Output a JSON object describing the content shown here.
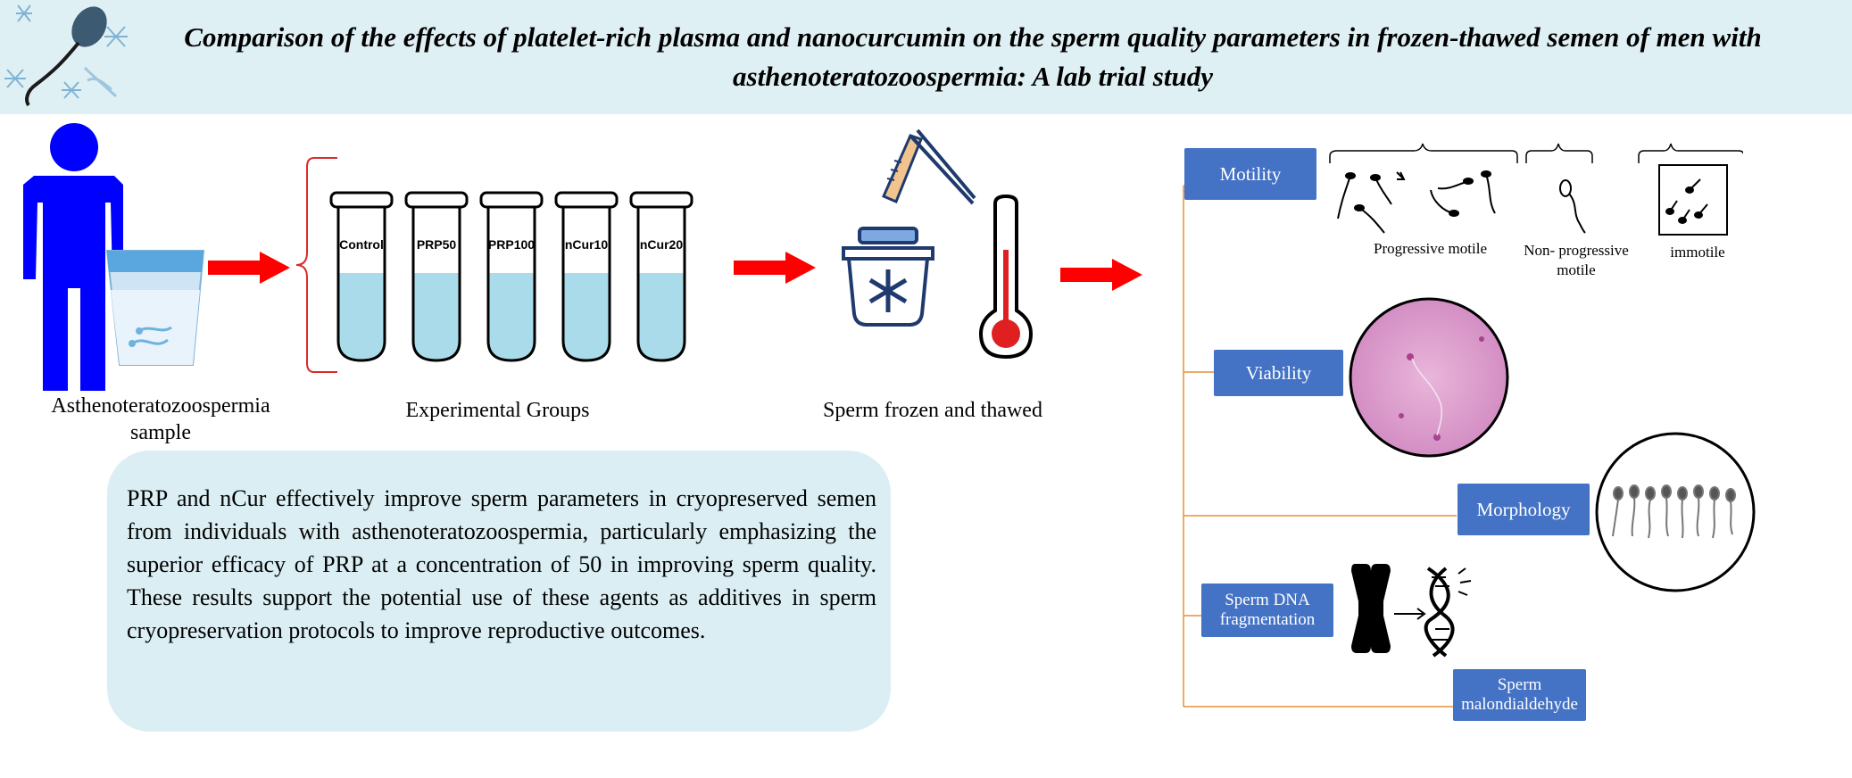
{
  "header": {
    "title": "Comparison of the effects of platelet-rich plasma and nanocurcumin on the sperm quality parameters in frozen-thawed semen of men with asthenoteratozoospermia: A lab trial study"
  },
  "sample": {
    "label": "Asthenoteratozoospermia sample"
  },
  "groups": {
    "label": "Experimental Groups",
    "tubes": [
      "Control",
      "PRP50",
      "PRP100",
      "nCur10",
      "nCur20"
    ]
  },
  "freeze": {
    "label": "Sperm frozen and thawed"
  },
  "outcomes": {
    "motility": {
      "label": "Motility",
      "progressive": "Progressive motile",
      "non_progressive": "Non- progressive motile",
      "immotile": "immotile"
    },
    "viability": "Viability",
    "morphology": "Morphology",
    "dna": "Sperm DNA fragmentation",
    "mda": "Sperm malondialdehyde"
  },
  "summary": "PRP and nCur effectively improve sperm parameters in cryopreserved semen from individuals with asthenoteratozoospermia, particularly emphasizing the superior efficacy of PRP at a concentration of 50 in improving sperm quality. These results support the potential use of these agents as additives in sperm cryopreservation protocols to improve reproductive outcomes.",
  "colors": {
    "header_bg": "#dff0f4",
    "box_blue": "#4472c4",
    "arrow_red": "#ff0000",
    "person_blue": "#0000ff",
    "branch_line": "#e69138",
    "summary_bg": "#daeef3",
    "tube_liquid": "#a9dbea"
  }
}
